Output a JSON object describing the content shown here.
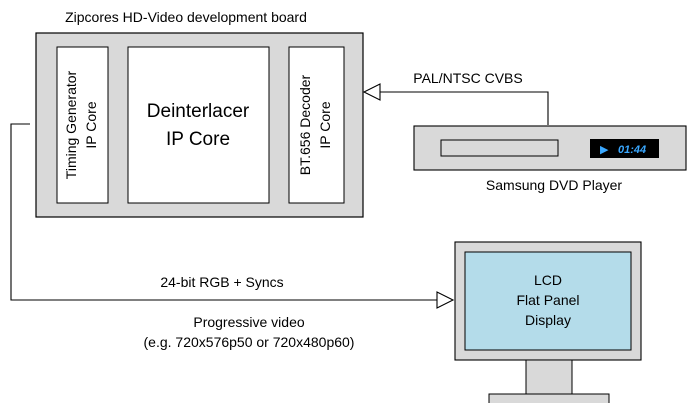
{
  "board": {
    "title": "Zipcores HD-Video development board",
    "timing_line1": "Timing Generator",
    "timing_line2": "IP Core",
    "deint_line1": "Deinterlacer",
    "deint_line2": "IP Core",
    "decoder_line1": "BT.656 Decoder",
    "decoder_line2": "IP Core"
  },
  "dvd": {
    "label": "Samsung DVD Player",
    "display_time": "01:44",
    "play_symbol": "▶"
  },
  "input_signal": "PAL/NTSC CVBS",
  "output_signal": "24-bit RGB + Syncs",
  "progressive": {
    "line1": "Progressive video",
    "line2": "(e.g. 720x576p50 or 720x480p60)"
  },
  "lcd": {
    "line1": "LCD",
    "line2": "Flat Panel",
    "line3": "Display"
  },
  "colors": {
    "board_fill": "#d9d9d9",
    "lcd_screen": "#b4dcea",
    "dvd_display": "#000000",
    "dvd_display_text": "#3aa8ff"
  }
}
